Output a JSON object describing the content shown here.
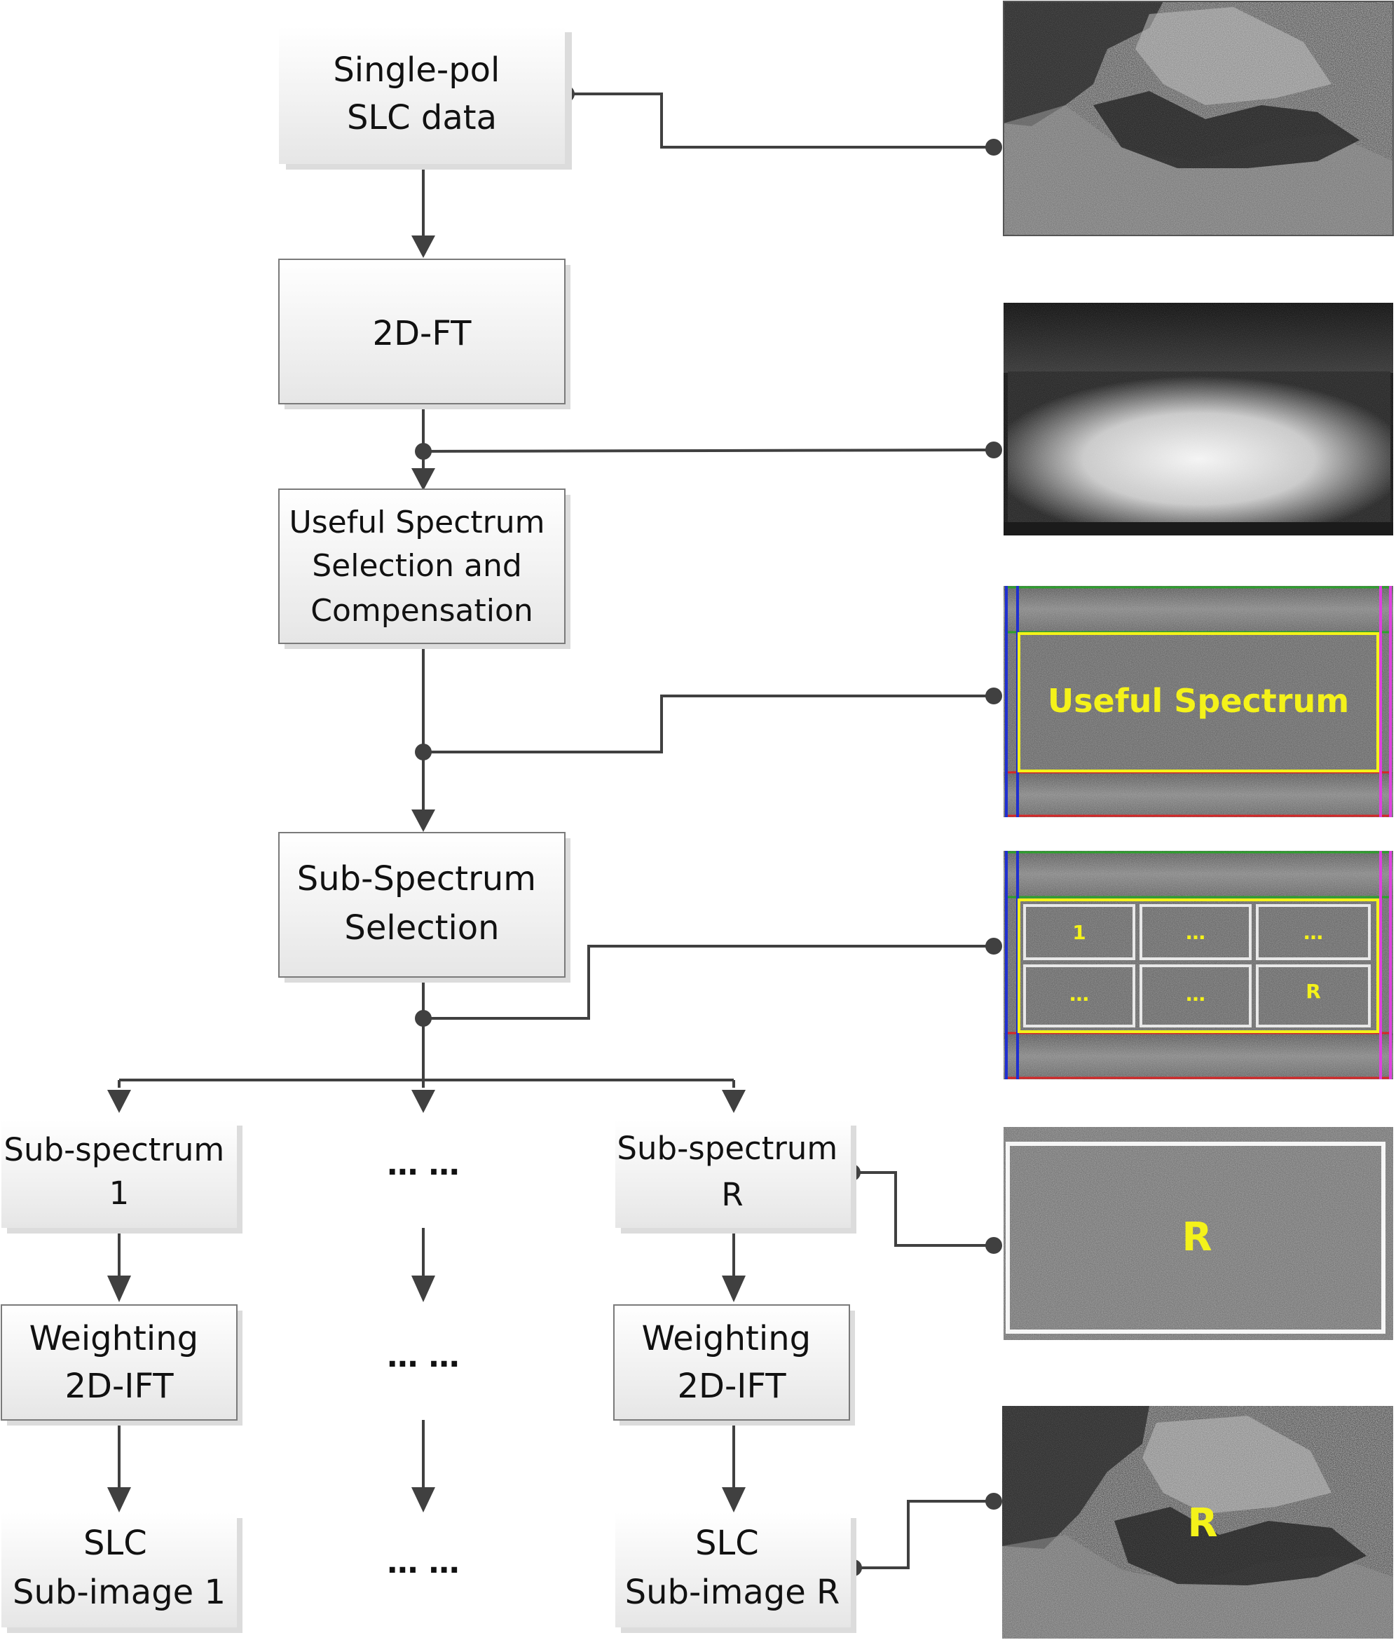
{
  "boxes": {
    "single_pol": [
      "Single-pol",
      "SLC data"
    ],
    "ft2d": [
      "2D-FT"
    ],
    "useful": [
      "Useful Spectrum",
      "Selection and",
      "Compensation"
    ],
    "subspec_sel": [
      "Sub-Spectrum",
      "Selection"
    ],
    "sub1": [
      "Sub-spectrum",
      "1"
    ],
    "subR": [
      "Sub-spectrum",
      "R"
    ],
    "weight1": [
      "Weighting",
      "2D-IFT"
    ],
    "weightR": [
      "Weighting",
      "2D-IFT"
    ],
    "slc1": [
      "SLC",
      "Sub-image 1"
    ],
    "slcR": [
      "SLC",
      "Sub-image R"
    ]
  },
  "ellipsis": "…  …",
  "image_labels": {
    "useful_spectrum": "Useful Spectrum",
    "cell_first": "1",
    "cell_dots": "…",
    "cell_last": "R",
    "sub_r": "R",
    "slc_r": "R"
  },
  "colors": {
    "box_fill": "#f3f3f3",
    "box_border": "#7a7a7a",
    "connector": "#404040",
    "label_yellow": "#f4f21a",
    "band_green": "#2ca02c",
    "band_red": "#d62728",
    "band_blue": "#1f2fd0",
    "band_magenta": "#e040e0"
  }
}
